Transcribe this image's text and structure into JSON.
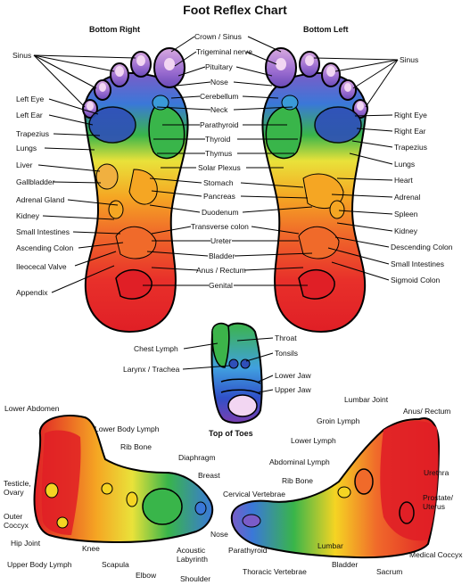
{
  "title": "Foot Reflex Chart",
  "headings": {
    "bottom_right": "Bottom Right",
    "bottom_left": "Bottom Left",
    "top_of_toes": "Top of Toes"
  },
  "left_labels": [
    "Sinus",
    "Left Eye",
    "Left Ear",
    "Trapezius",
    "Lungs",
    "Liver",
    "Gallbladder",
    "Adrenal Gland",
    "Kidney",
    "Small Intestines",
    "Ascending Colon",
    "Ileocecal Valve",
    "Appendix"
  ],
  "center_labels": [
    "Crown / Sinus",
    "Trigeminal nerve",
    "Pituitary",
    "Nose",
    "Cerebellum",
    "Neck",
    "Parathyroid",
    "Thyroid",
    "Thymus",
    "Solar Plexus",
    "Stomach",
    "Pancreas",
    "Duodenum",
    "Transverse colon",
    "Ureter",
    "Bladder",
    "Anus / Rectum",
    "Genital"
  ],
  "right_labels": [
    "Sinus",
    "Right Eye",
    "Right Ear",
    "Trapezius",
    "Lungs",
    "Heart",
    "Adrenal",
    "Spleen",
    "Kidney",
    "Descending Colon",
    "Small Intestines",
    "Sigmoid Colon"
  ],
  "toe_labels": {
    "left": [
      "Chest Lymph",
      "Larynx / Trachea"
    ],
    "right": [
      "Throat",
      "Tonsils",
      "Lower Jaw",
      "Upper Jaw"
    ]
  },
  "outer_labels": [
    "Lower Abdomen",
    "Lower Body Lymph",
    "Rib Bone",
    "Diaphragm",
    "Breast",
    "Testicle, Ovary",
    "Outer Coccyx",
    "Hip Joint",
    "Knee",
    "Upper Body Lymph",
    "Scapula",
    "Elbow",
    "Acoustic Labyrinth",
    "Shoulder"
  ],
  "inner_labels": [
    "Lumbar Joint",
    "Anus/ Rectum",
    "Groin Lymph",
    "Lower Lymph",
    "Abdominal Lymph",
    "Rib Bone",
    "Urethra",
    "Cervical Vertebrae",
    "Prostate/ Uterus",
    "Nose",
    "Parathyroid",
    "Lumbar",
    "Thoracic Vertebrae",
    "Bladder",
    "Sacrum",
    "Medical Coccyx"
  ]
}
